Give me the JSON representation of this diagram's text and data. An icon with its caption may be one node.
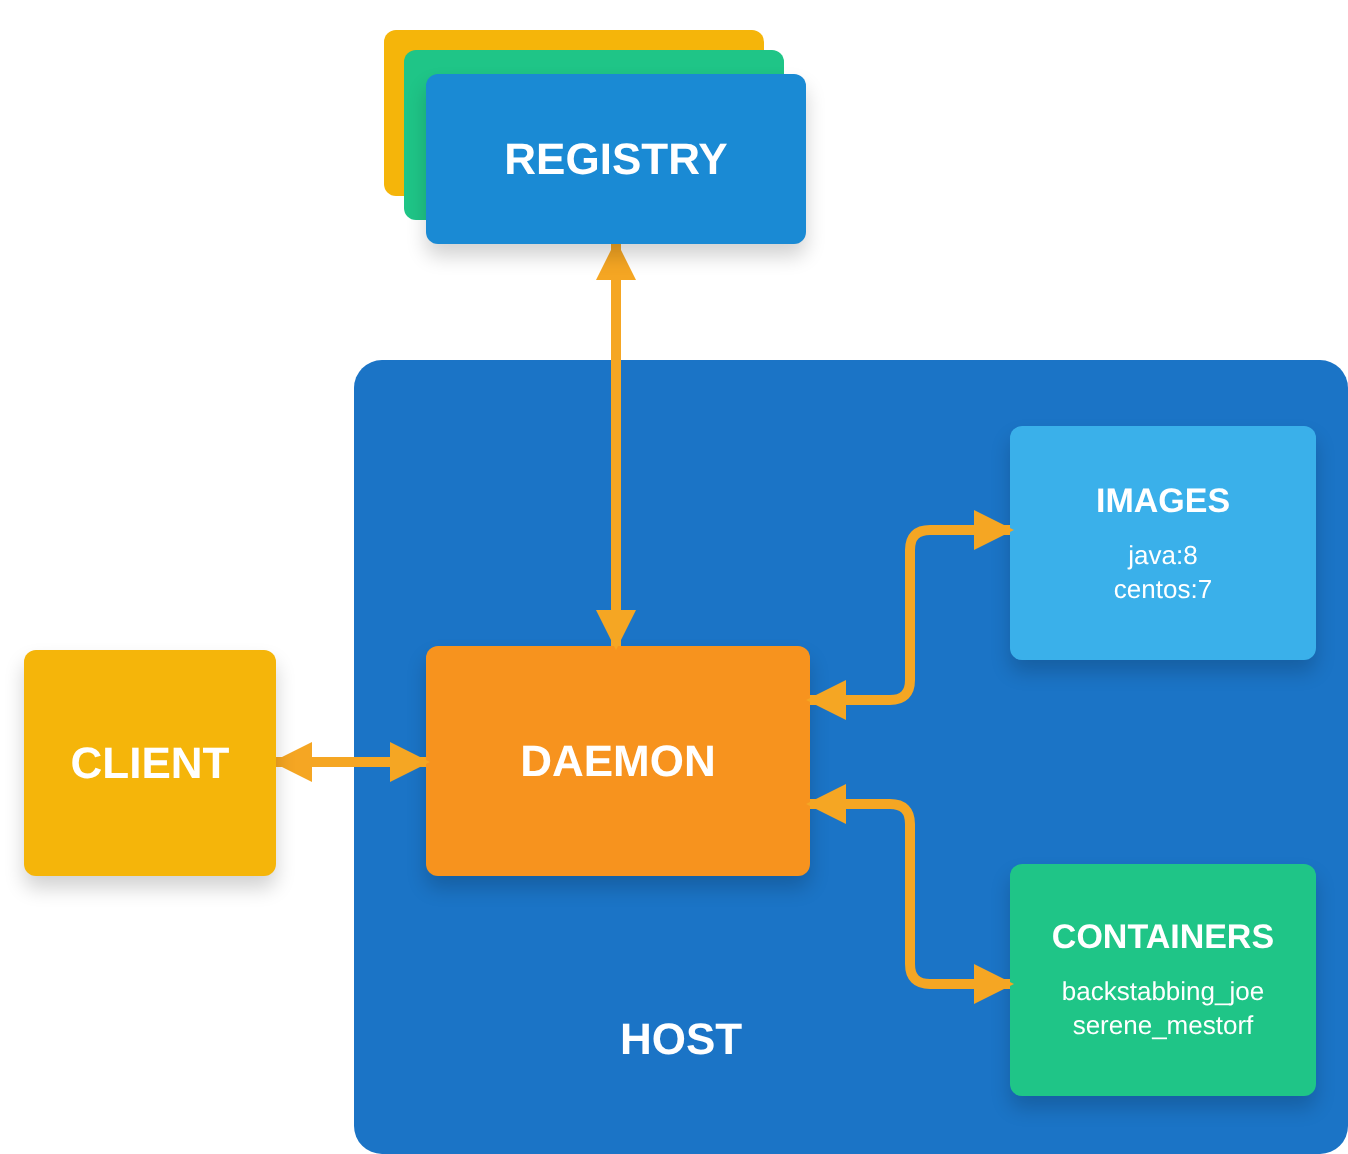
{
  "diagram": {
    "nodes": [
      {
        "text": [
          "REGISTRY"
        ]
      },
      {
        "text": [
          "HOST"
        ]
      },
      {
        "text": [
          "CLIENT"
        ]
      },
      {
        "text": [
          "DAEMON"
        ],
        "in": 1
      },
      {
        "text": [
          "IMAGES",
          "java:8",
          "centos:7"
        ],
        "in": 1
      },
      {
        "text": [
          "CONTAINERS",
          "backstabbing_joe",
          "serene_mestorf"
        ],
        "in": 1
      }
    ],
    "edges": [
      {
        "from": 0,
        "to": 3,
        "arrow": "both"
      },
      {
        "from": 2,
        "to": 3,
        "arrow": "both"
      },
      {
        "from": 3,
        "to": 4,
        "arrow": "both"
      },
      {
        "from": 3,
        "to": 5,
        "arrow": "both"
      }
    ]
  }
}
